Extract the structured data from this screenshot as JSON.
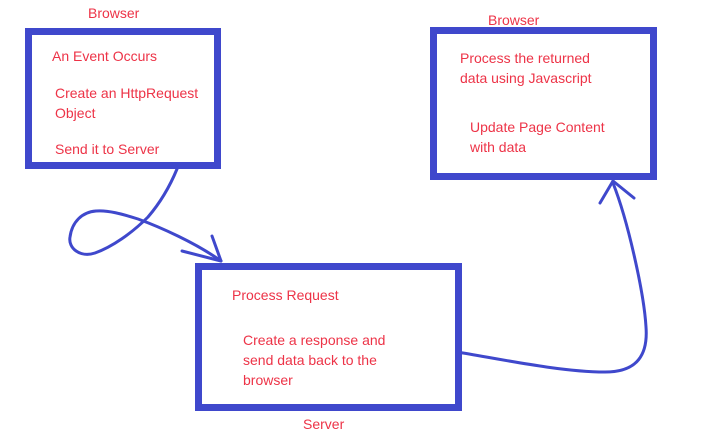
{
  "diagram": {
    "type": "flow-diagram",
    "topic": "AJAX request/response flow",
    "colors": {
      "box_border": "#3f48cc",
      "arrow": "#3f48cc",
      "text": "#ed3347",
      "background": "#ffffff"
    },
    "nodes": [
      {
        "id": "browser-start",
        "label": "Browser",
        "lines": [
          "An Event Occurs",
          "Create an HttpRequest\nObject",
          "Send it to Server"
        ]
      },
      {
        "id": "browser-end",
        "label": "Browser",
        "lines": [
          "Process the returned\ndata using Javascript",
          "Update Page Content\nwith data"
        ]
      },
      {
        "id": "server",
        "label": "Server",
        "lines": [
          "Process Request",
          "Create a response and\nsend data back to the\nbrowser"
        ]
      }
    ],
    "edges": [
      {
        "id": "request-arrow",
        "from": "browser-start",
        "to": "server",
        "style": "looped curve"
      },
      {
        "id": "response-arrow",
        "from": "server",
        "to": "browser-end",
        "style": "swept curve"
      }
    ]
  }
}
